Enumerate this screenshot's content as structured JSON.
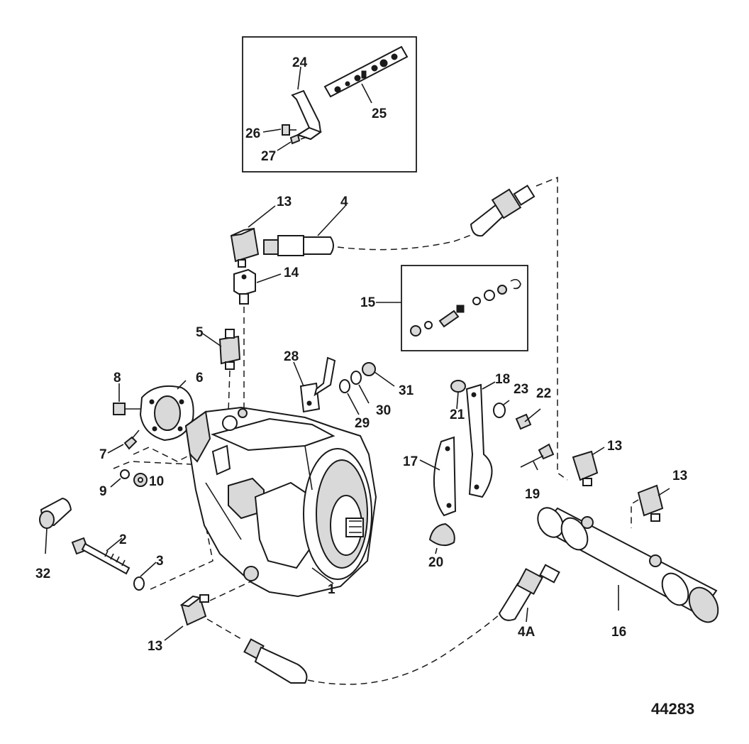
{
  "diagram": {
    "figure_number": "44283",
    "callouts": [
      "1",
      "2",
      "3",
      "4",
      "4A",
      "5",
      "6",
      "7",
      "8",
      "9",
      "10",
      "13",
      "13",
      "13",
      "13",
      "14",
      "15",
      "16",
      "17",
      "18",
      "19",
      "20",
      "21",
      "22",
      "23",
      "24",
      "25",
      "26",
      "27",
      "28",
      "29",
      "30",
      "31",
      "32"
    ]
  }
}
